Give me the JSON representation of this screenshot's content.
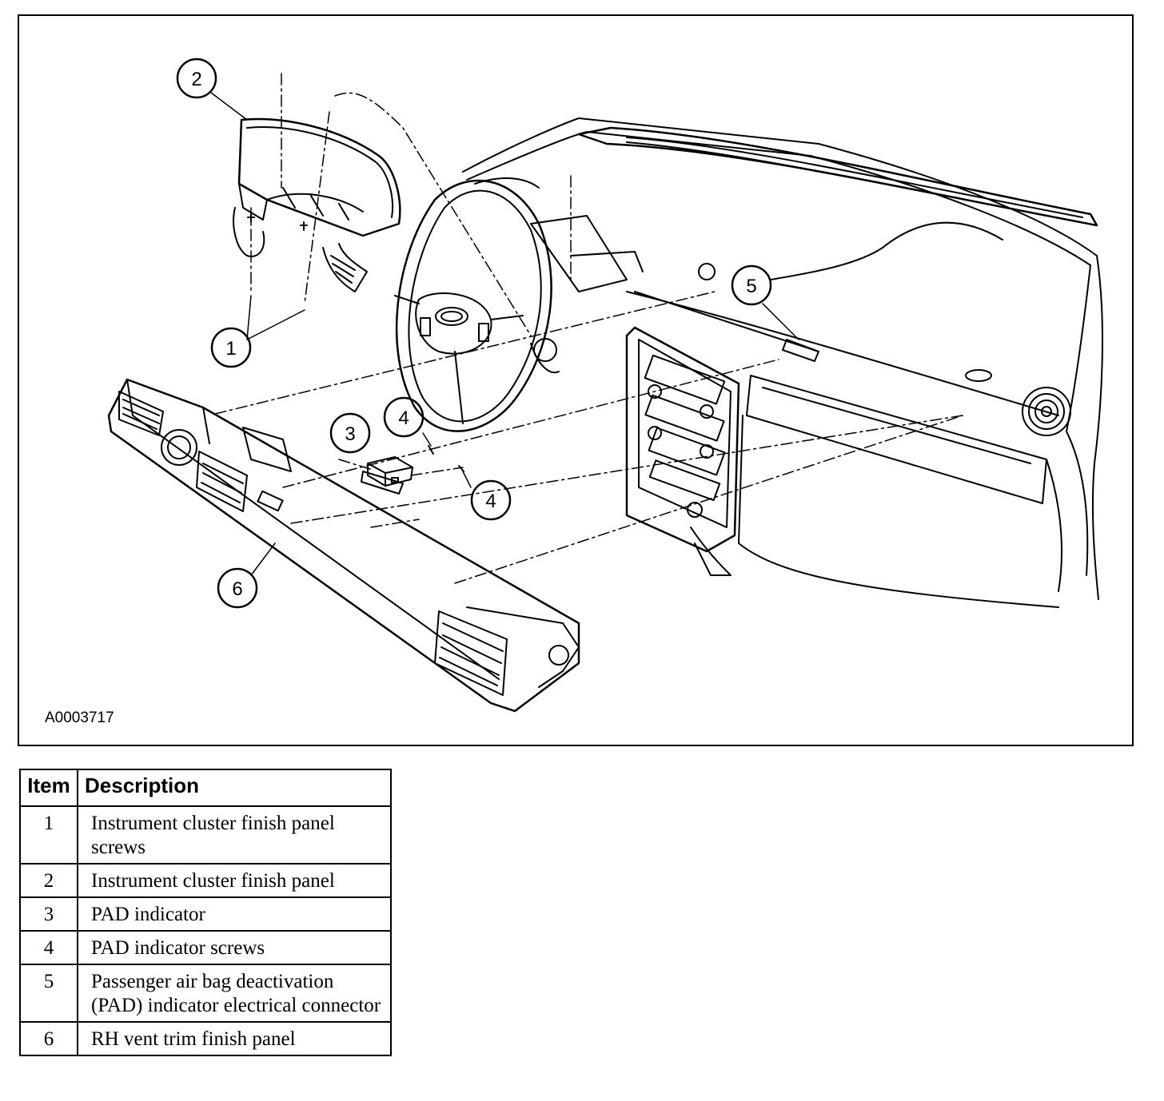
{
  "figure": {
    "figure_id": "A0003717",
    "callouts": [
      "1",
      "2",
      "3",
      "4",
      "4",
      "5",
      "6"
    ]
  },
  "legend": {
    "headers": {
      "item": "Item",
      "description": "Description"
    },
    "rows": [
      {
        "item": "1",
        "description": "Instrument cluster finish panel screws"
      },
      {
        "item": "2",
        "description": "Instrument cluster finish panel"
      },
      {
        "item": "3",
        "description": "PAD indicator"
      },
      {
        "item": "4",
        "description": "PAD indicator screws"
      },
      {
        "item": "5",
        "description": "Passenger air bag deactivation (PAD) indicator electrical connector"
      },
      {
        "item": "6",
        "description": "RH vent trim finish panel"
      }
    ]
  }
}
